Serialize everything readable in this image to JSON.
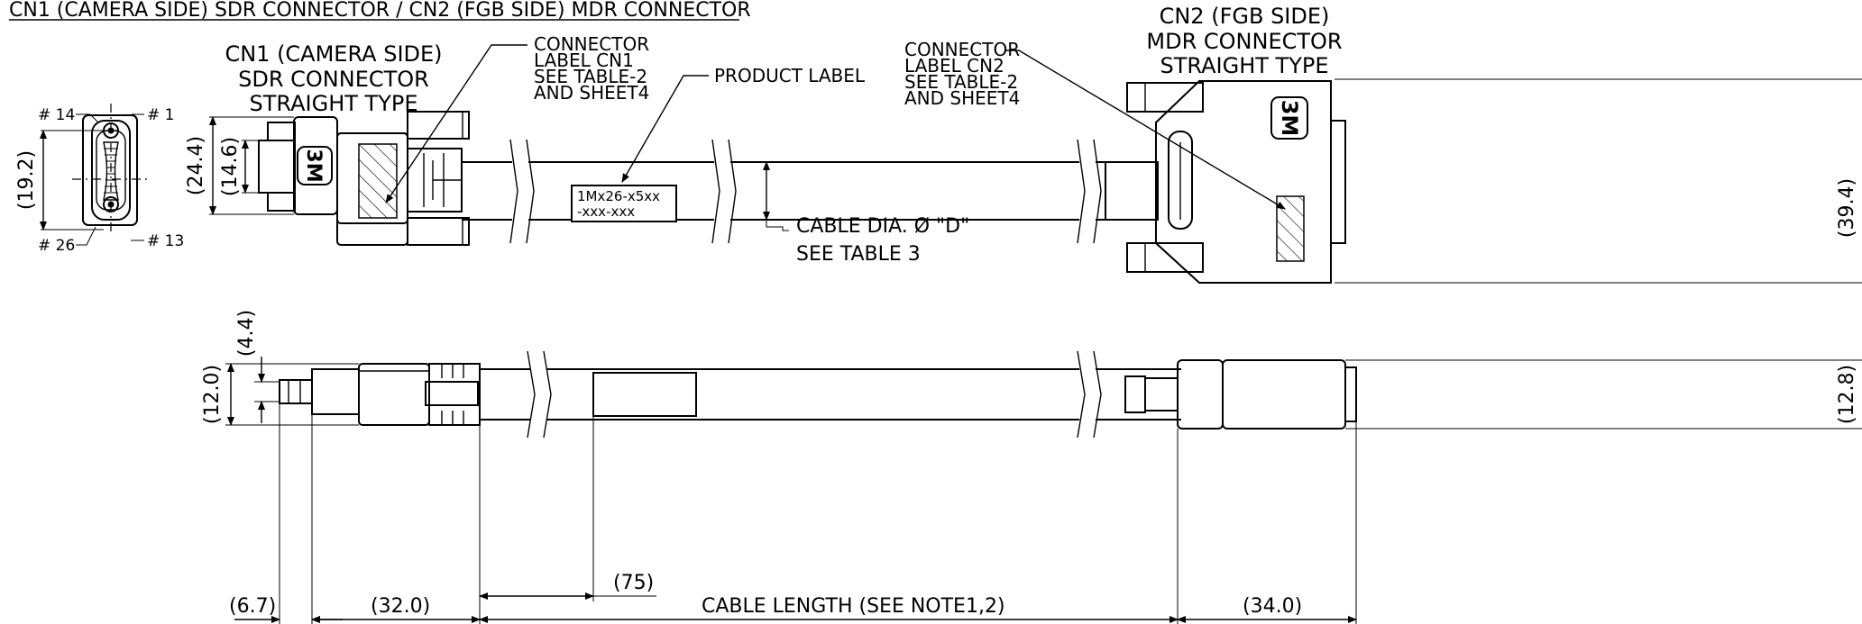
{
  "title": "CN1 (CAMERA SIDE) SDR CONNECTOR / CN2 (FGB SIDE) MDR CONNECTOR",
  "cn1": {
    "line1": "CN1 (CAMERA SIDE)",
    "line2": "SDR CONNECTOR",
    "line3": "STRAIGHT TYPE"
  },
  "cn2": {
    "line1": "CN2 (FGB SIDE)",
    "line2": "MDR CONNECTOR",
    "line3": "STRAIGHT TYPE"
  },
  "label_cn1": [
    "CONNECTOR",
    "LABEL CN1",
    "SEE TABLE-2",
    "AND SHEET4"
  ],
  "label_cn2": [
    "CONNECTOR",
    "LABEL CN2",
    "SEE TABLE-2",
    "AND SHEET4"
  ],
  "product_label": "PRODUCT LABEL",
  "product_code": [
    "1Mx26-x5xx",
    "-xxx-xxx"
  ],
  "cable_dia": "CABLE DIA. Ø \"D\"",
  "see_table3": "SEE TABLE 3",
  "brand_logo": "3M",
  "pins": {
    "p14": "# 14",
    "p1": "# 1",
    "p26": "# 26",
    "p13": "# 13"
  },
  "dims": {
    "d19_2": "(19.2)",
    "d24_4": "(24.4)",
    "d14_6": "(14.6)",
    "d39_4": "(39.4)",
    "d4_4": "(4.4)",
    "d12_0": "(12.0)",
    "d12_8": "(12.8)",
    "d75": "(75)",
    "d6_7": "(6.7)",
    "d32_0": "(32.0)",
    "d34_0": "(34.0)",
    "cable_length": "CABLE LENGTH (SEE NOTE1,2)"
  }
}
